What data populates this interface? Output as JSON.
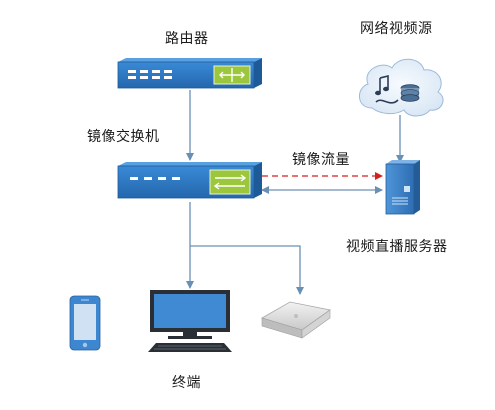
{
  "labels": {
    "router": "路由器",
    "video_source": "网络视频源",
    "mirror_switch": "镜像交换机",
    "mirror_traffic": "镜像流量",
    "video_server": "视频直播服务器",
    "terminal": "终端"
  },
  "colors": {
    "device_blue": "#2a76c2",
    "device_blue_dark": "#1d5a98",
    "panel_green": "#9cc73c",
    "link_gray": "#6a8fb5",
    "mirror_red": "#d42020",
    "server_blue": "#3b7fc8"
  },
  "icons": {
    "router": "router-icon",
    "switch": "switch-icon",
    "video_source": "cloud-video-source-icon",
    "server": "server-icon",
    "phone": "smartphone-icon",
    "computer": "desktop-computer-icon",
    "access_point": "wireless-access-point-icon"
  }
}
